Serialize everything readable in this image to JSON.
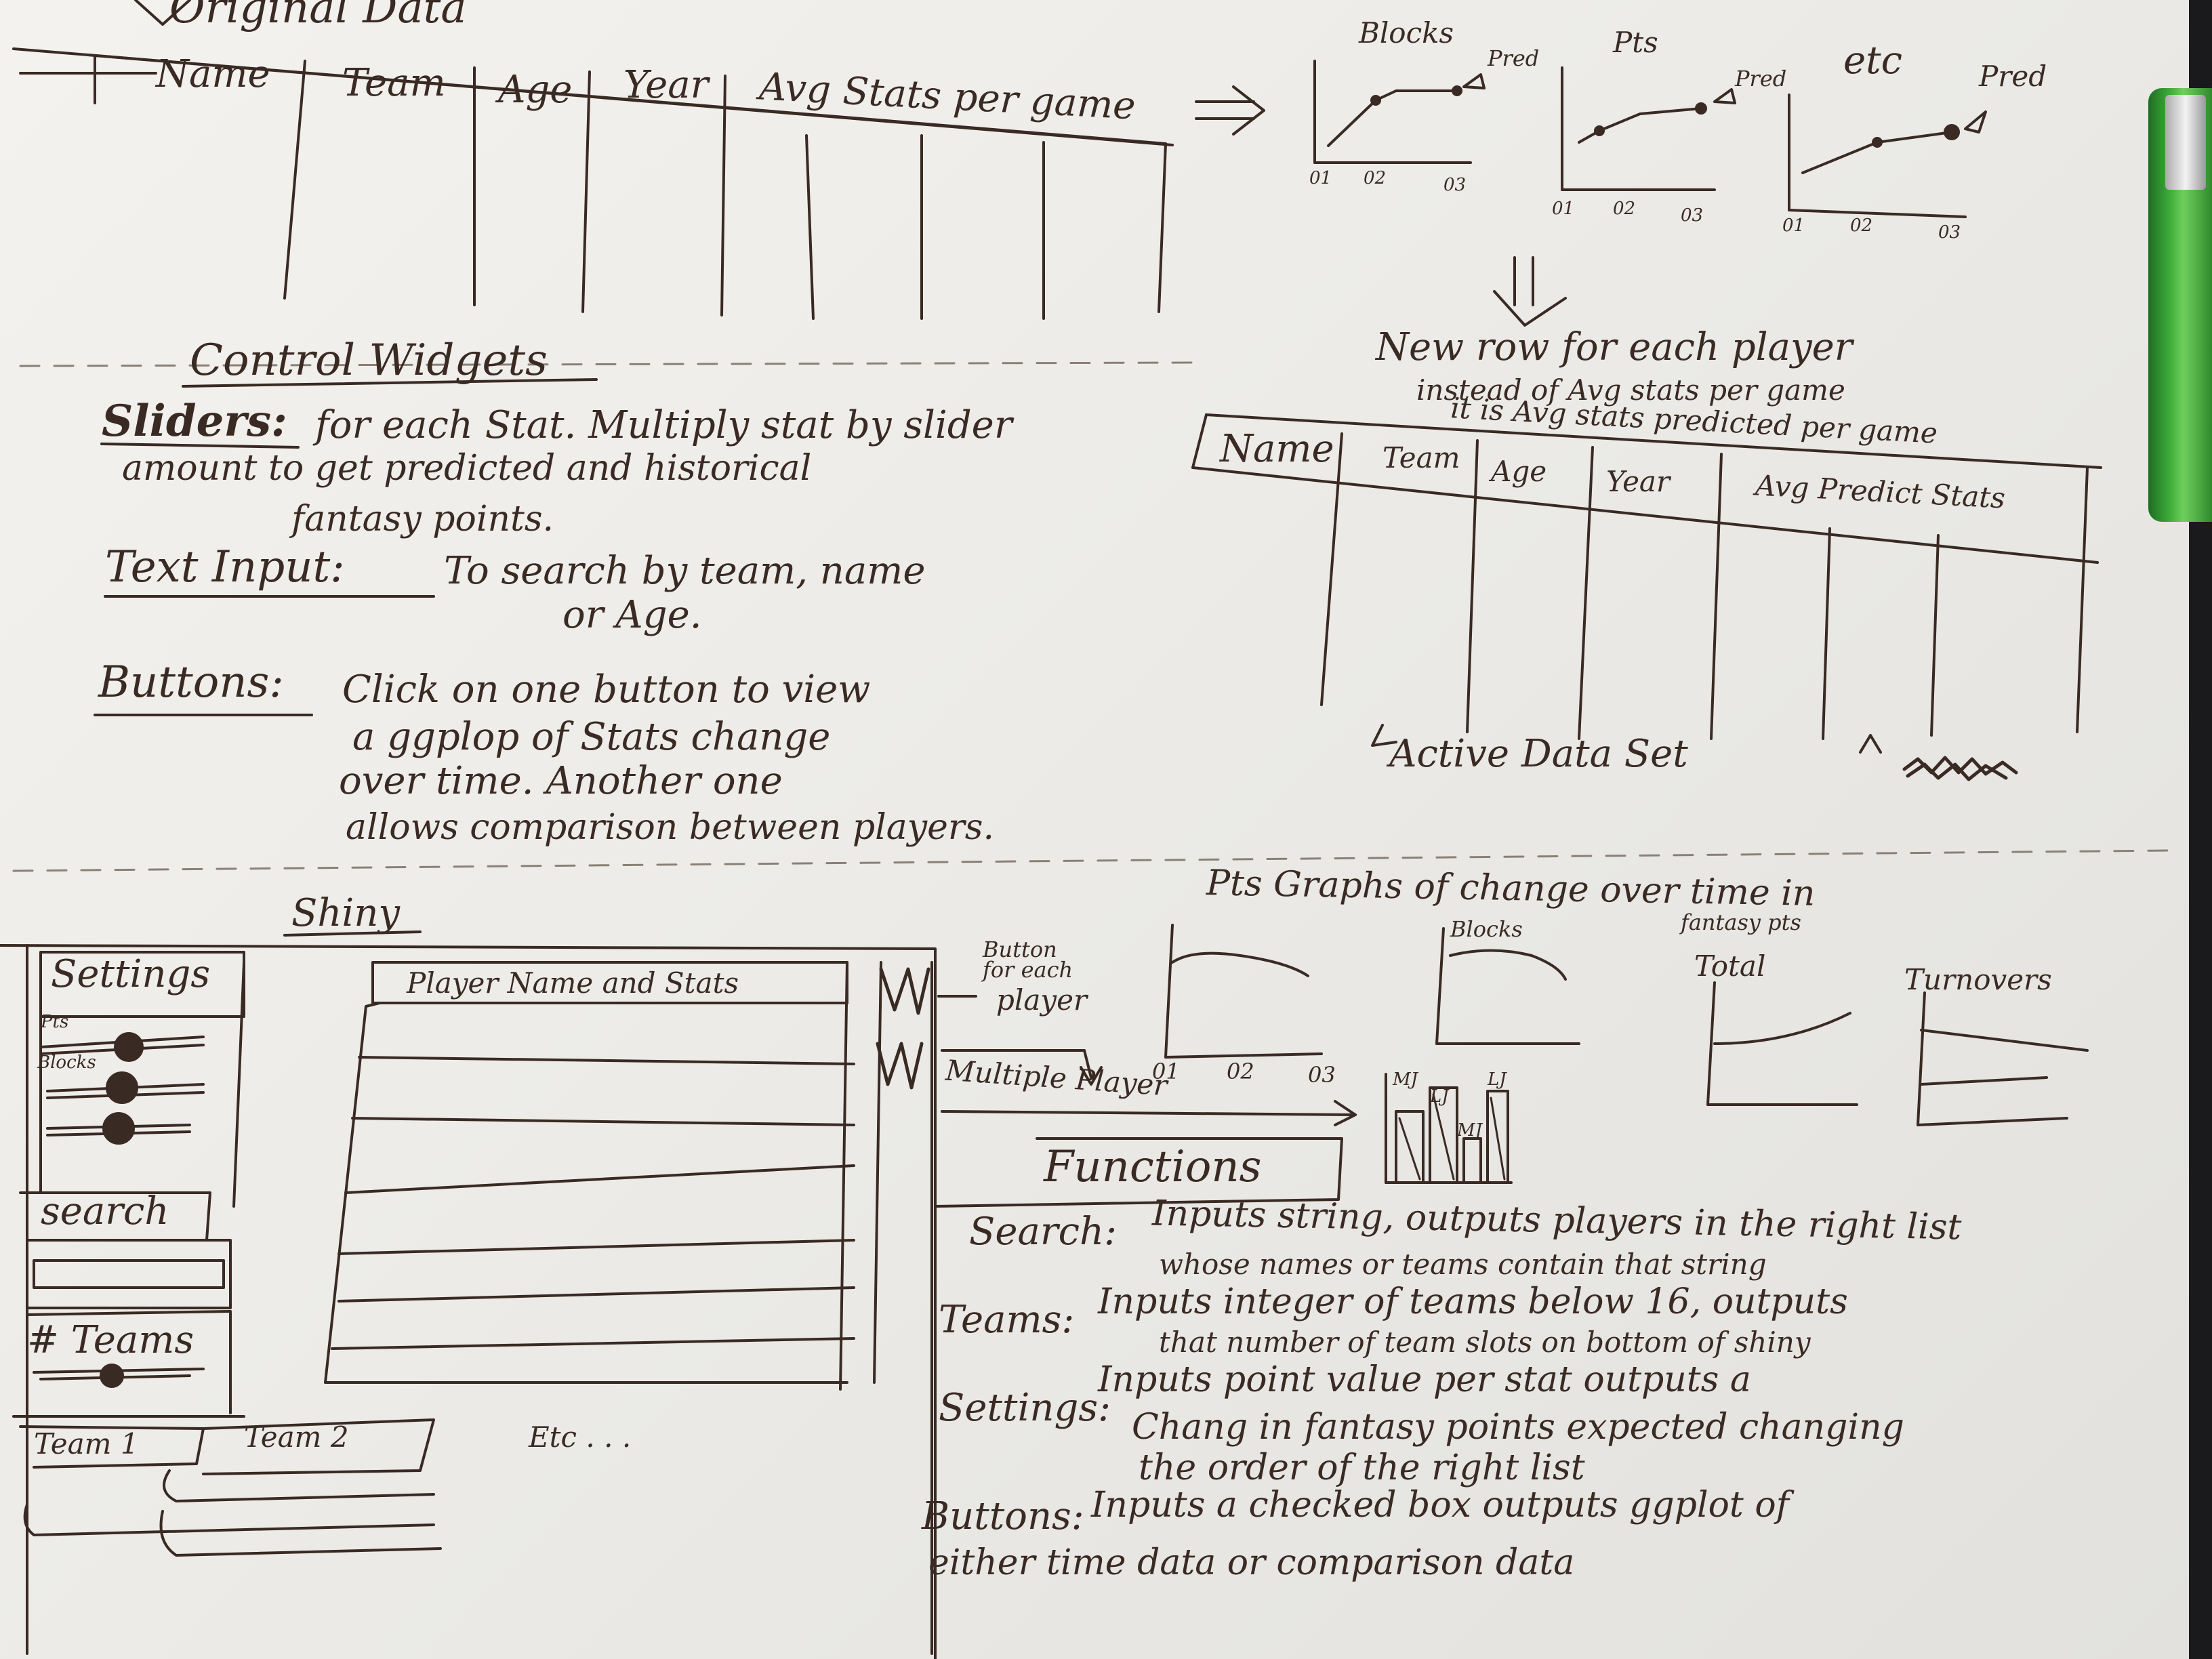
{
  "top_left": {
    "title": "Original Data",
    "table_headers": [
      "Name",
      "Team",
      "Age",
      "Year",
      "Avg  Stats per game"
    ]
  },
  "mini_charts": [
    {
      "label": "Blocks",
      "pred": "Pred",
      "ticks": [
        "01",
        "02",
        "03"
      ]
    },
    {
      "label": "Pts",
      "pred": "Pred",
      "ticks": [
        "01",
        "02",
        "03"
      ]
    },
    {
      "label": "etc",
      "pred": "Pred",
      "ticks": [
        "01",
        "02",
        "03"
      ]
    }
  ],
  "new_row": {
    "line1": "New row for each player",
    "line2": "instead of Avg stats per game",
    "line3": "it is Avg stats predicted per game",
    "table_headers": [
      "Name",
      "Team",
      "Age",
      "Year",
      "Avg Predict Stats"
    ],
    "caption": "Active Data Set"
  },
  "control_widgets": {
    "title": "Control Widgets",
    "sliders_label": "Sliders:",
    "sliders_line1": "for each Stat. Multiply stat by slider",
    "sliders_line2": "amount to get predicted and historical",
    "sliders_line3": "fantasy points.",
    "text_input_label": "Text Input:",
    "text_input_line1": "To search by team, name",
    "text_input_line2": "or Age.",
    "buttons_label": "Buttons:",
    "buttons_line1": "Click on one button to view",
    "buttons_line2": "a ggplop of Stats change",
    "buttons_line3": "over time. Another one",
    "buttons_line4": "allows comparison between players."
  },
  "shiny": {
    "title": "Shiny",
    "settings": "Settings",
    "slider_labels": [
      "Pts",
      "Blocks"
    ],
    "search": "search",
    "teams": "# Teams",
    "list_header": "Player Name and Stats",
    "tabs": [
      "Team 1",
      "Team 2",
      "Etc . . ."
    ],
    "button_note_line1": "Button",
    "button_note_line2": "for each",
    "button_note_line3": "player",
    "multiple_player": "Multiple Player",
    "functions": "Functions"
  },
  "bottom_graphs": {
    "title": "Pts Graphs of change over time in",
    "subtitle": "fantasy pts",
    "labels": [
      "Blocks",
      "Total",
      "Turnovers"
    ],
    "ticks": [
      "01",
      "02",
      "03"
    ],
    "bar_labels": [
      "MJ",
      "LJ",
      "LJ",
      "MJ"
    ]
  },
  "functions_text": {
    "search_label": "Search:",
    "search_line1": "Inputs string, outputs players in the right list",
    "search_line2": "whose names or teams contain that string",
    "teams_label": "Teams:",
    "teams_line1": "Inputs integer of teams below 16, outputs",
    "teams_line2": "that number of team slots on bottom of shiny",
    "settings_label": "Settings:",
    "settings_line1": "Inputs point value per stat outputs a",
    "settings_line2": "Chang in fantasy points expected changing",
    "settings_line3": "the order of the right list",
    "buttons_label": "Buttons:",
    "buttons_line1": "Inputs a checked box outputs ggplot of",
    "buttons_line2": "either time data or comparison data"
  }
}
